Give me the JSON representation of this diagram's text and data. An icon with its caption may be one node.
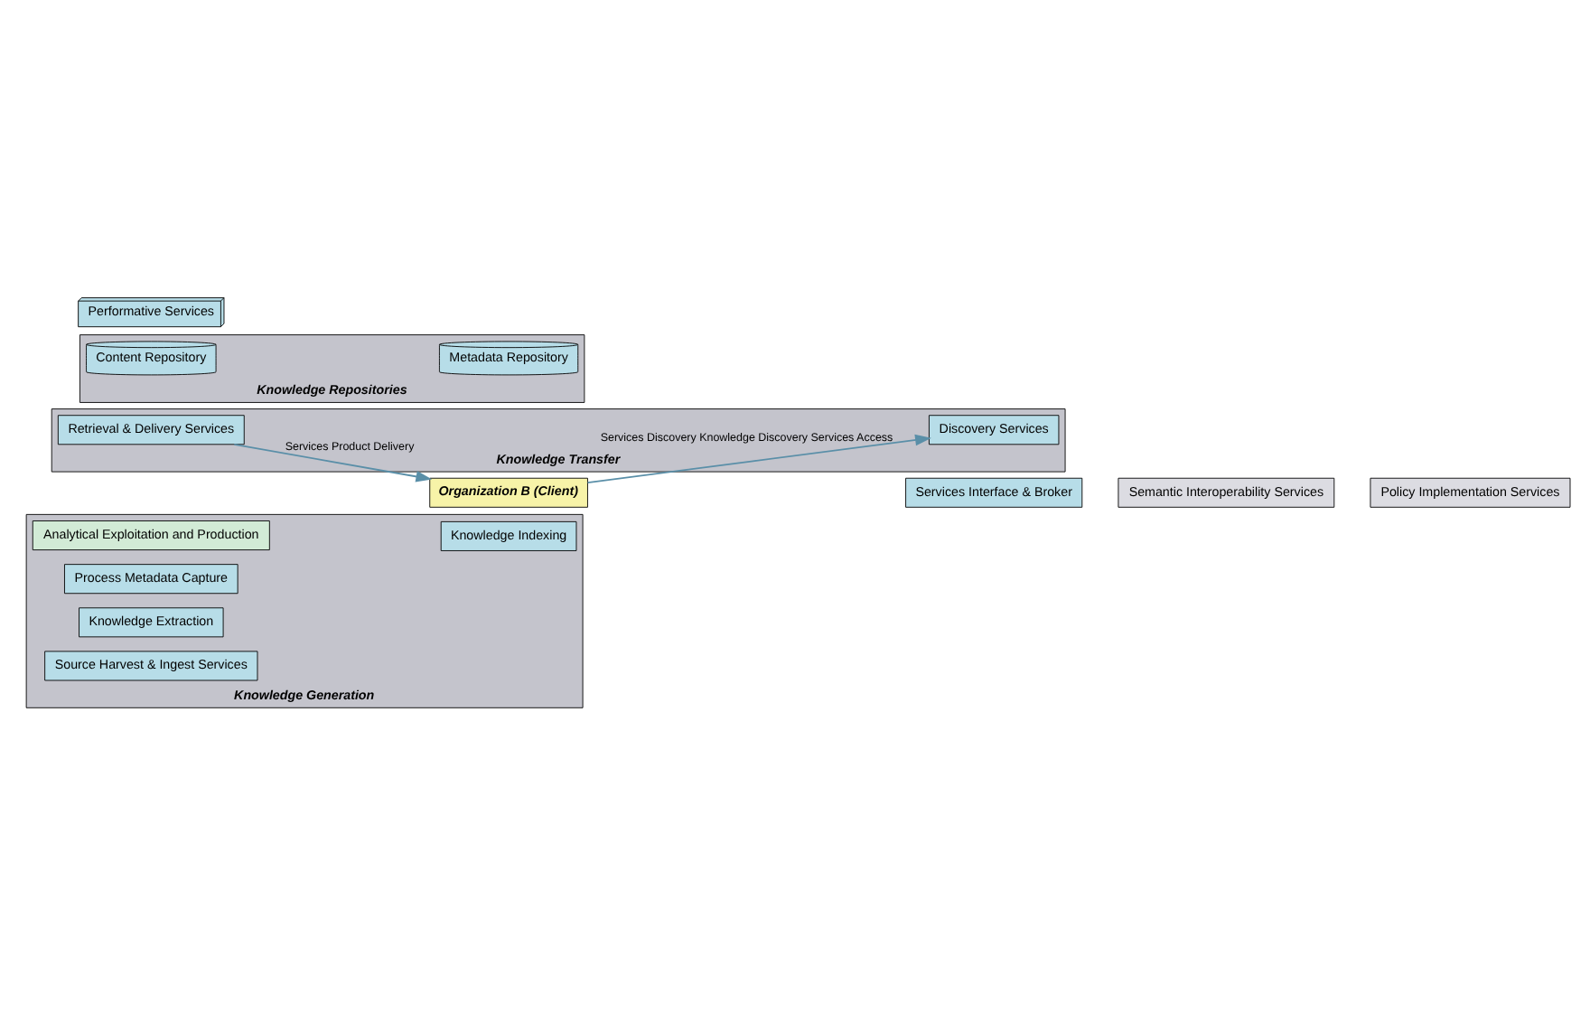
{
  "diagram": {
    "nodes": [
      {
        "text": [
          "Organization B (Client)"
        ]
      },
      {
        "text": [
          "Services Interface & Broker"
        ]
      },
      {
        "text": [
          "Knowledge Transfer"
        ]
      },
      {
        "text": [
          "Discovery Services"
        ],
        "in": 2
      },
      {
        "text": [
          "Retrieval & Delivery Services"
        ],
        "in": 2
      },
      {
        "text": [
          "Performative Services"
        ]
      },
      {
        "text": [
          "Knowledge Repositories"
        ]
      },
      {
        "text": [
          "Metadata Repository"
        ],
        "in": 6
      },
      {
        "text": [
          "Content Repository"
        ],
        "in": 6
      },
      {
        "text": [
          "Knowledge Generation"
        ]
      },
      {
        "text": [
          "Analytical Exploitation and Production"
        ],
        "in": 9
      },
      {
        "text": [
          "Process Metadata Capture"
        ],
        "in": 9
      },
      {
        "text": [
          "Knowledge Indexing"
        ],
        "in": 9
      },
      {
        "text": [
          "Knowledge Extraction"
        ],
        "in": 9
      },
      {
        "text": [
          "Source Harvest & Ingest Services"
        ],
        "in": 9
      },
      {
        "text": [
          "Semantic Interoperability Services"
        ]
      },
      {
        "text": [
          "Policy Implementation Services"
        ]
      }
    ],
    "edges": [
      {
        "from": 0,
        "to": 3,
        "arrow": "to",
        "label": "Services Discovery Knowledge Discovery Services Access"
      },
      {
        "from": 4,
        "to": 0,
        "arrow": "to",
        "label": "Services Product Delivery"
      }
    ]
  }
}
